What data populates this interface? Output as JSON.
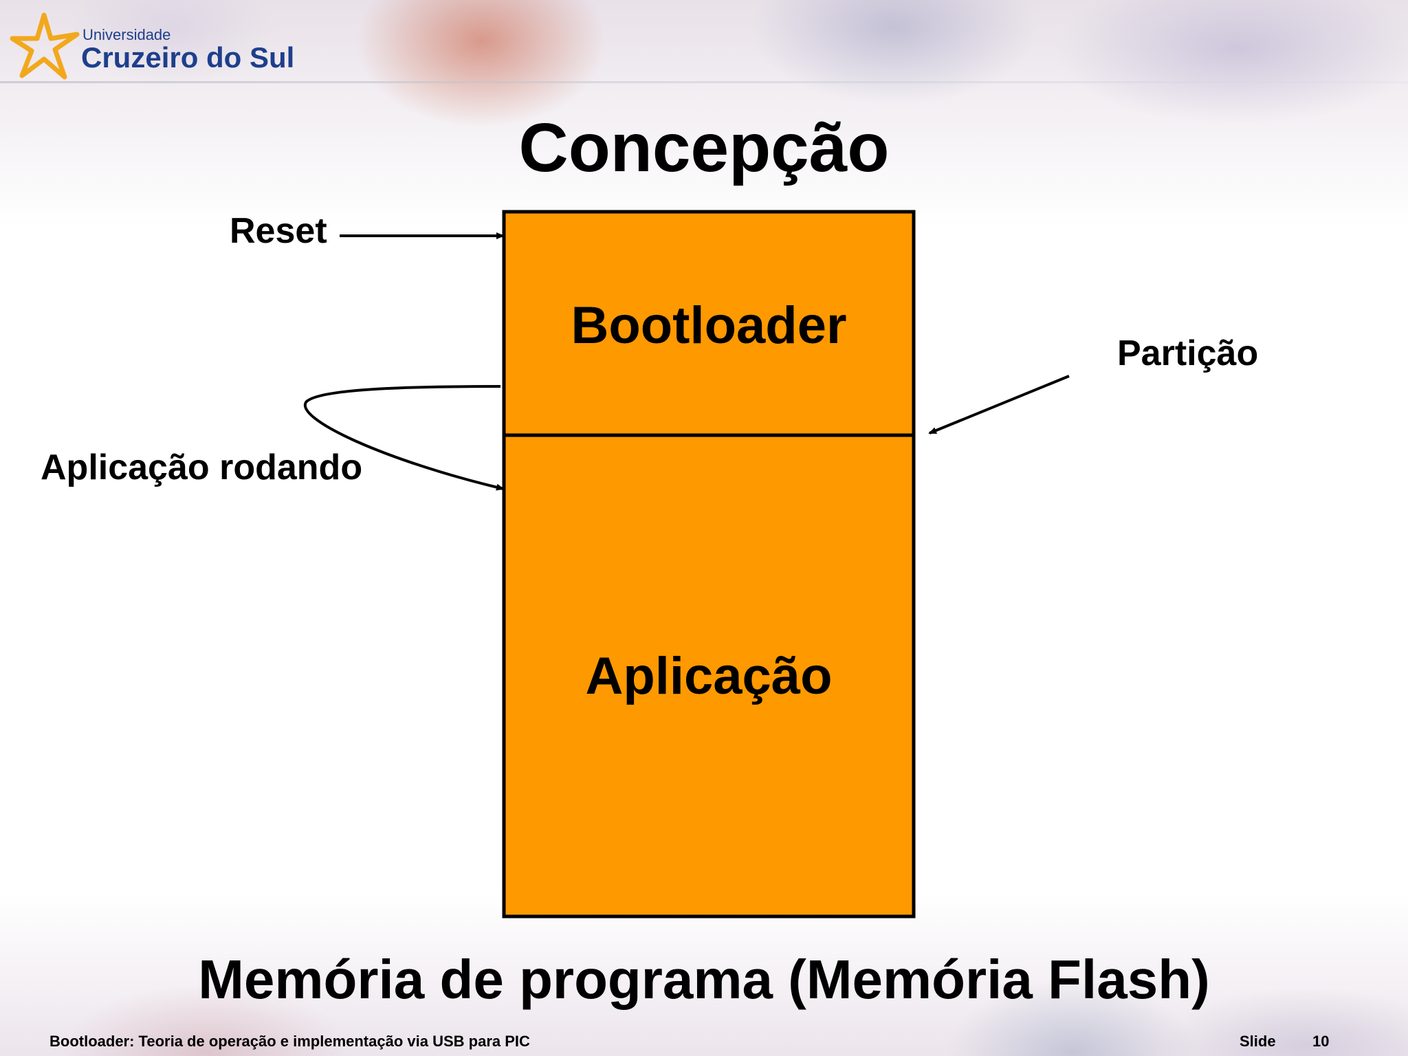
{
  "logo": {
    "small_text": "Universidade",
    "big_text": "Cruzeiro do Sul",
    "star_color": "#f2a81d",
    "text_color": "#1d3f8c"
  },
  "slide": {
    "title": "Concepção",
    "bottom_title": "Memória de programa (Memória Flash)"
  },
  "diagram": {
    "block_color": "#ff9900",
    "blocks": {
      "bootloader": "Bootloader",
      "application": "Aplicação"
    },
    "labels": {
      "reset": "Reset",
      "application_running": "Aplicação rodando",
      "partition": "Partição"
    }
  },
  "footer": {
    "text": "Bootloader: Teoria de operação e implementação via USB para PIC",
    "slide_label": "Slide",
    "slide_number": "10"
  }
}
